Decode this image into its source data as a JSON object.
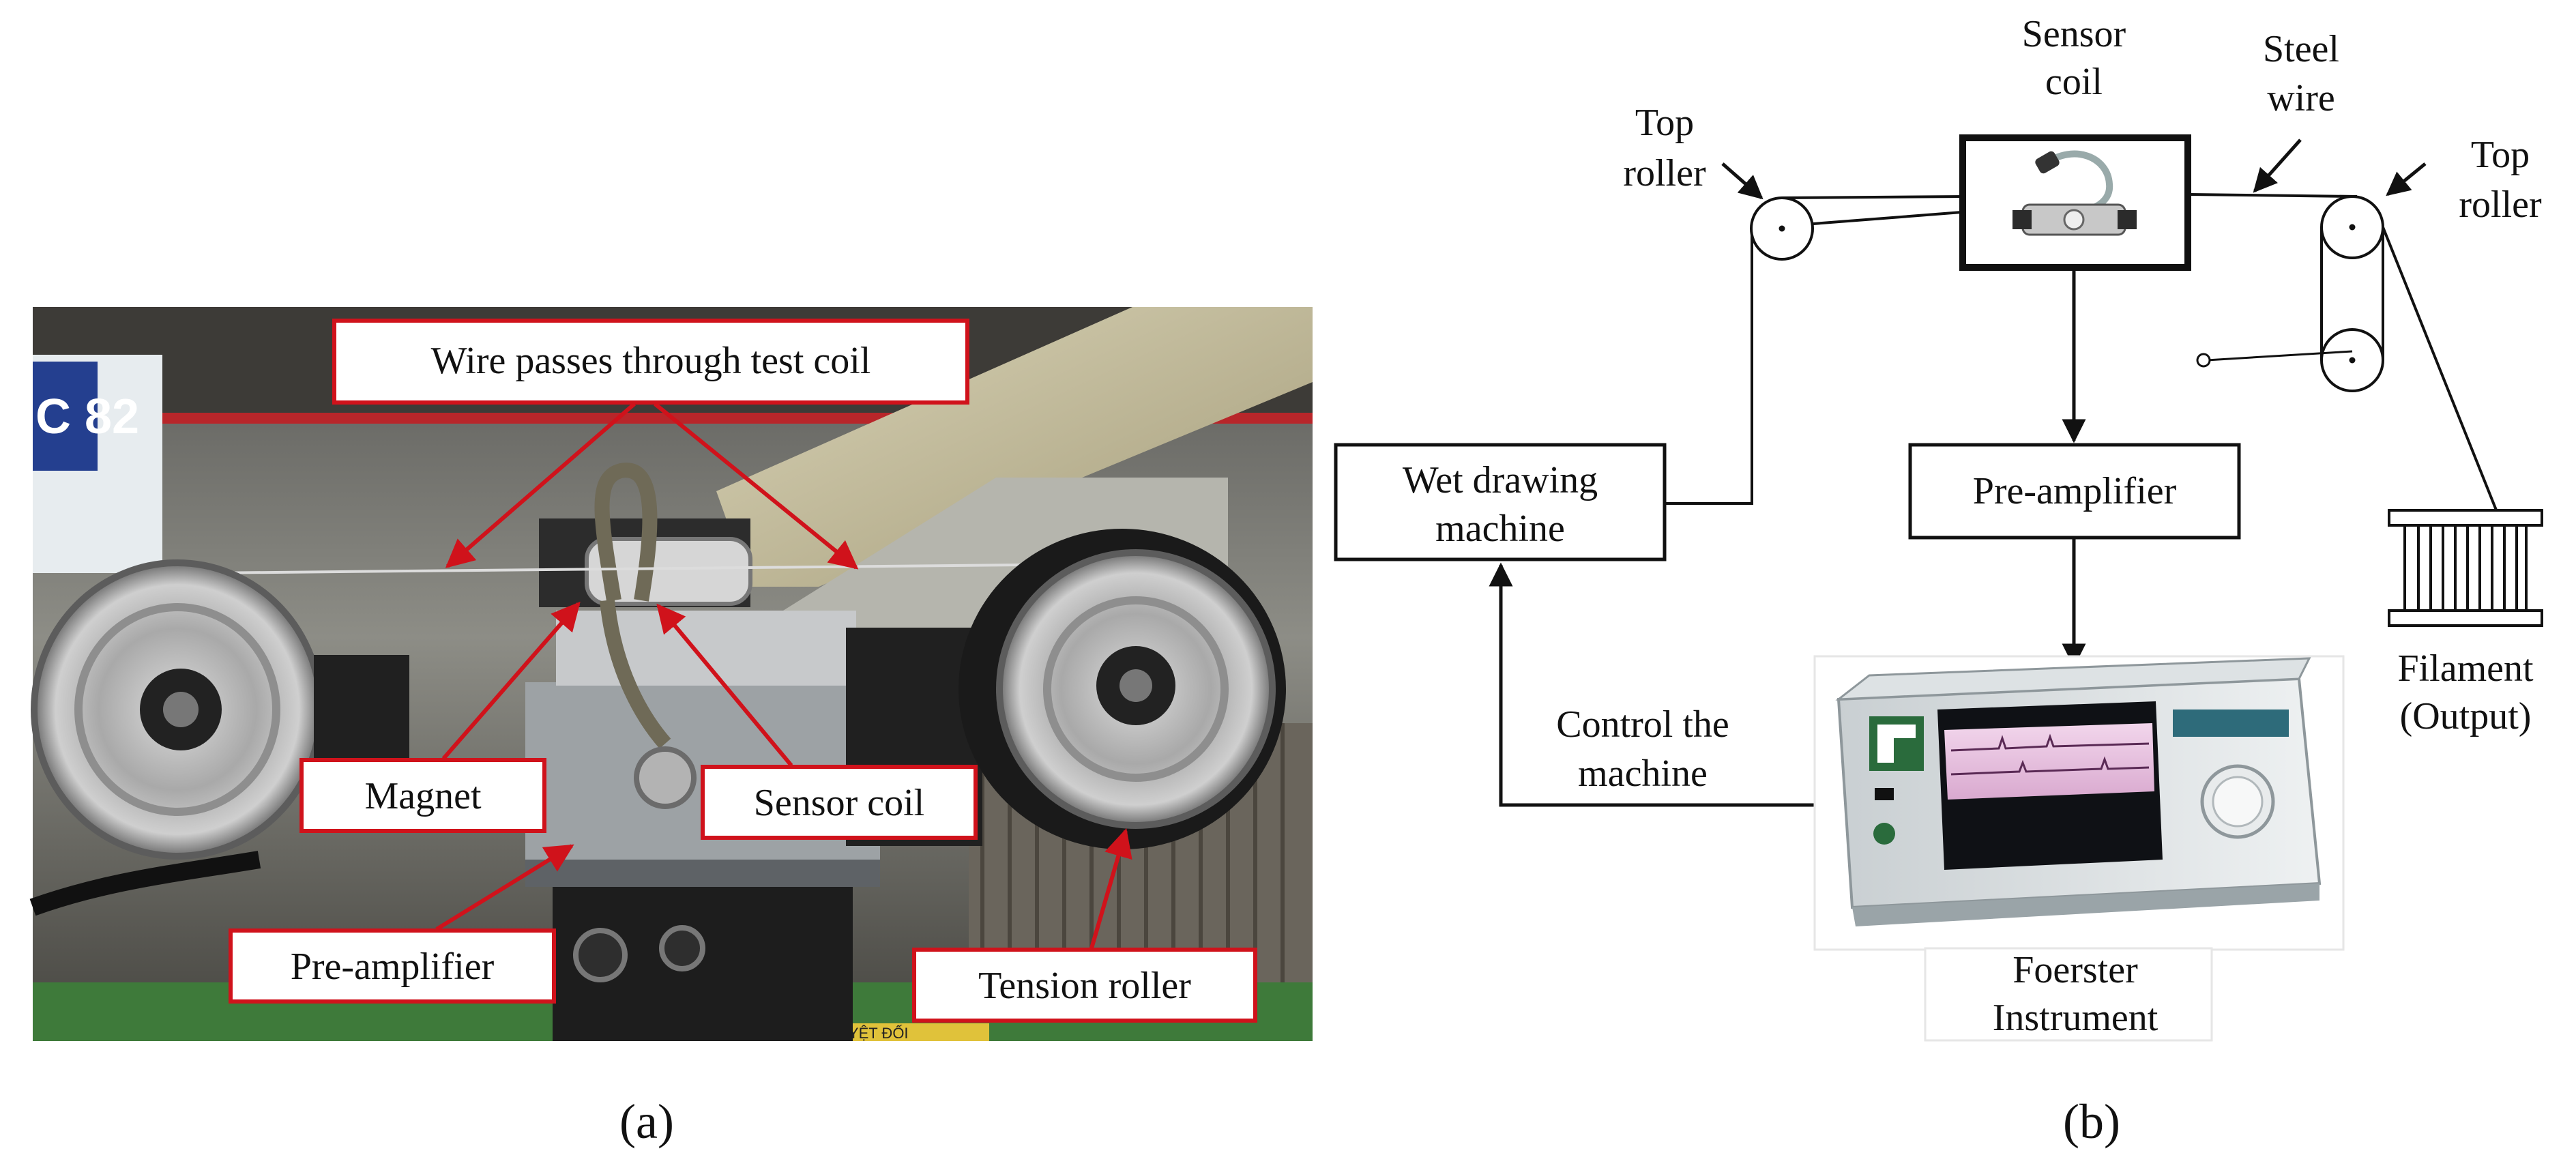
{
  "panel_a": {
    "caption": "(a)",
    "callouts": {
      "wire": "Wire passes through test coil",
      "magnet": "Magnet",
      "sensor_coil": "Sensor coil",
      "preamp": "Pre-amplifier",
      "tension_roller": "Tension roller"
    },
    "photo_text": {
      "sign": "C 82",
      "floor_sign": "CẤM TUYỆT ĐỐI"
    }
  },
  "panel_b": {
    "caption": "(b)",
    "sensor_coil": [
      "Sensor",
      "coil"
    ],
    "steel_wire": [
      "Steel",
      "wire"
    ],
    "top_roller_left": [
      "Top",
      "roller"
    ],
    "top_roller_right": [
      "Top",
      "roller"
    ],
    "wet_drawing": [
      "Wet drawing",
      "machine"
    ],
    "preamp": "Pre-amplifier",
    "control": [
      "Control the",
      "machine"
    ],
    "foerster": [
      "Foerster",
      "Instrument"
    ],
    "filament": [
      "Filament",
      "(Output)"
    ]
  },
  "colors": {
    "callout_red": "#d0121b",
    "line": "#111111"
  }
}
